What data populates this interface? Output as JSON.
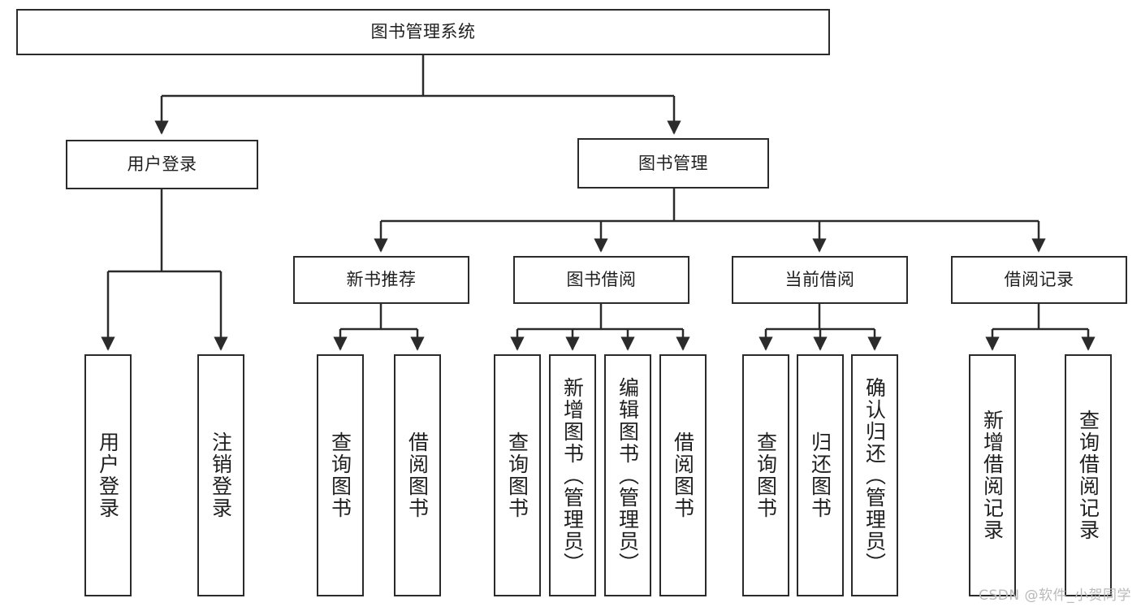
{
  "diagram": {
    "type": "hierarchy-tree",
    "title": "图书管理系统",
    "watermark": "CSDN @软件_小贺同学",
    "colors": {
      "box_border": "#2b2b2b",
      "box_fill": "#ffffff",
      "connector": "#2b2b2b",
      "text": "#1f1f1f",
      "watermark": "#b9b9b9"
    },
    "root": {
      "label": "图书管理系统"
    },
    "level2": [
      {
        "id": "user-login",
        "label": "用户登录"
      },
      {
        "id": "book-manage",
        "label": "图书管理"
      }
    ],
    "level3": [
      {
        "id": "new-book-recommend",
        "label": "新书推荐",
        "parent": "book-manage"
      },
      {
        "id": "book-borrow",
        "label": "图书借阅",
        "parent": "book-manage"
      },
      {
        "id": "current-borrow",
        "label": "当前借阅",
        "parent": "book-manage"
      },
      {
        "id": "borrow-record",
        "label": "借阅记录",
        "parent": "book-manage"
      }
    ],
    "leaves": {
      "user_login": [
        {
          "id": "leaf-user-login",
          "label": "用户登录"
        },
        {
          "id": "leaf-logout-login",
          "label": "注销登录"
        }
      ],
      "new_book_recommend": [
        {
          "id": "leaf-query-book-1",
          "label": "查询图书"
        },
        {
          "id": "leaf-borrow-book-1",
          "label": "借阅图书"
        }
      ],
      "book_borrow": [
        {
          "id": "leaf-query-book-2",
          "label": "查询图书"
        },
        {
          "id": "leaf-add-book",
          "label": "新增图书（管理员）"
        },
        {
          "id": "leaf-edit-book",
          "label": "编辑图书（管理员）"
        },
        {
          "id": "leaf-borrow-book-2",
          "label": "借阅图书"
        }
      ],
      "current_borrow": [
        {
          "id": "leaf-query-book-3",
          "label": "查询图书"
        },
        {
          "id": "leaf-return-book",
          "label": "归还图书"
        },
        {
          "id": "leaf-confirm-return",
          "label": "确认归还（管理员）"
        }
      ],
      "borrow_record": [
        {
          "id": "leaf-add-borrow-record",
          "label": "新增借阅记录"
        },
        {
          "id": "leaf-query-borrow-record",
          "label": "查询借阅记录"
        }
      ]
    }
  }
}
